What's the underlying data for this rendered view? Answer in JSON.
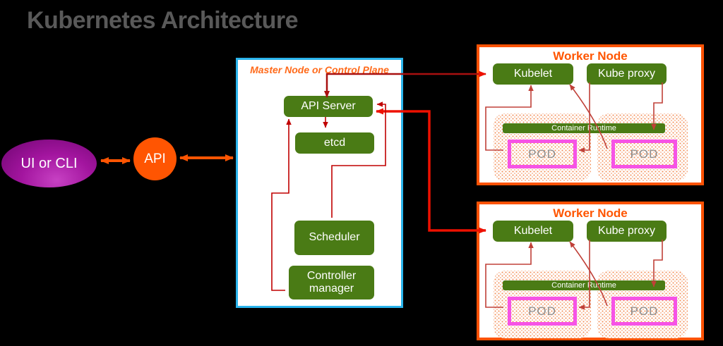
{
  "title": "Kubernetes Architecture",
  "client": {
    "ui_label": "UI or CLI",
    "api_label": "API"
  },
  "master_node": {
    "label": "Master Node or Control Plane",
    "components": {
      "api_server": "API Server",
      "etcd": "etcd",
      "scheduler": "Scheduler",
      "controller_manager": "Controller manager"
    }
  },
  "workers": [
    {
      "label": "Worker Node",
      "kubelet": "Kubelet",
      "kube_proxy": "Kube proxy",
      "container_runtime": "Container Runtime",
      "pod_left": "POD",
      "pod_right": "POD"
    },
    {
      "label": "Worker Node",
      "kubelet": "Kubelet",
      "kube_proxy": "Kube proxy",
      "container_runtime": "Container Runtime",
      "pod_left": "POD",
      "pod_right": "POD"
    }
  ],
  "colors": {
    "background": "#000000",
    "title_text": "#595959",
    "node_green": "#4a7b15",
    "master_border": "#2ab4ec",
    "master_label": "#ff6a1a",
    "worker_border": "#fd5204",
    "worker_label": "#ff5500",
    "pod_border": "#f653e6",
    "pod_text": "#8c8c8c",
    "client_orange": "#ff5502",
    "purple_dark": "#6e0570",
    "purple_light": "#c741c3",
    "line_crimson": "#c00000",
    "line_dark_red": "#a81010",
    "line_bright_red": "#ee1000",
    "line_worker_red": "#c04038"
  }
}
